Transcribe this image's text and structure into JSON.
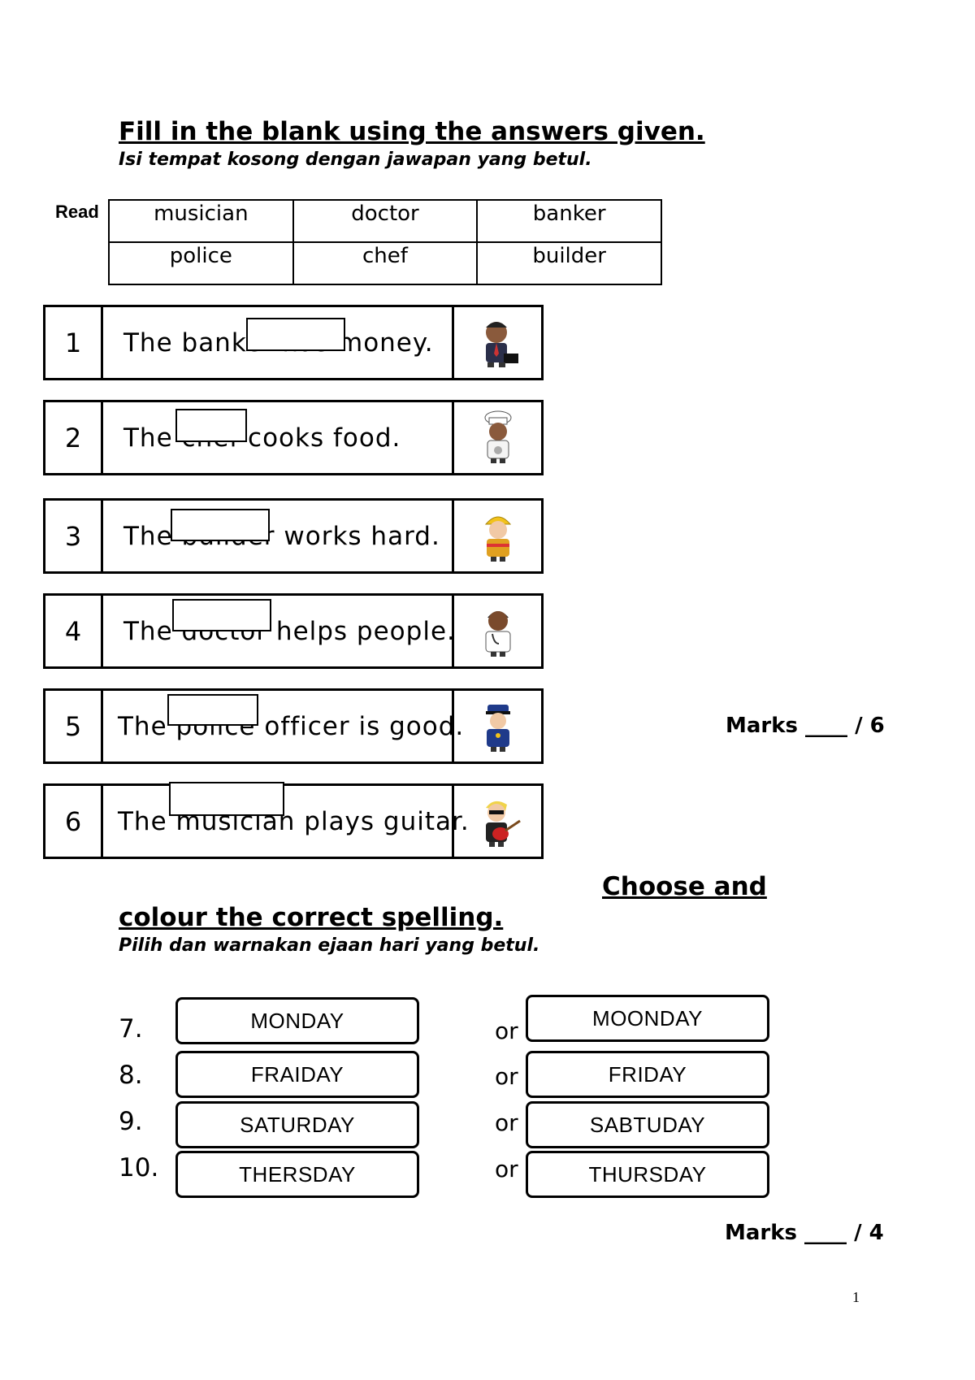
{
  "section1": {
    "title": "Fill in the blank using the answers given.",
    "subtitle": "Isi tempat kosong dengan jawapan yang betul.",
    "read_label": "Read",
    "word_bank": [
      [
        "musician",
        "doctor",
        "banker"
      ],
      [
        "police",
        "chef",
        "builder"
      ]
    ],
    "items": [
      {
        "num": "1",
        "sentence": "The banker has money.",
        "icon": "banker-icon"
      },
      {
        "num": "2",
        "sentence": "The chef cooks food.",
        "icon": "chef-icon"
      },
      {
        "num": "3",
        "sentence": "The builder works hard.",
        "icon": "builder-icon"
      },
      {
        "num": "4",
        "sentence": "The doctor helps people.",
        "icon": "doctor-icon"
      },
      {
        "num": "5",
        "sentence": "The police officer is good.",
        "icon": "police-icon"
      },
      {
        "num": "6",
        "sentence": "The musician plays guitar.",
        "icon": "musician-icon"
      }
    ],
    "marks": "Marks ____ / 6"
  },
  "section2": {
    "title_line1": "Choose and ",
    "title_line2": "colour  the correct spelling.",
    "subtitle": "Pilih dan warnakan ejaan hari yang betul.",
    "or_label": "or",
    "questions": [
      {
        "num": "7.",
        "left": "MONDAY",
        "right": "MOONDAY"
      },
      {
        "num": "8.",
        "left": "FRAIDAY",
        "right": "FRIDAY"
      },
      {
        "num": "9.",
        "left": "SATURDAY",
        "right": "SABTUDAY"
      },
      {
        "num": "10.",
        "left": "THERSDAY",
        "right": "THURSDAY"
      }
    ],
    "marks": "Marks ____ / 4"
  },
  "page_number": "1"
}
